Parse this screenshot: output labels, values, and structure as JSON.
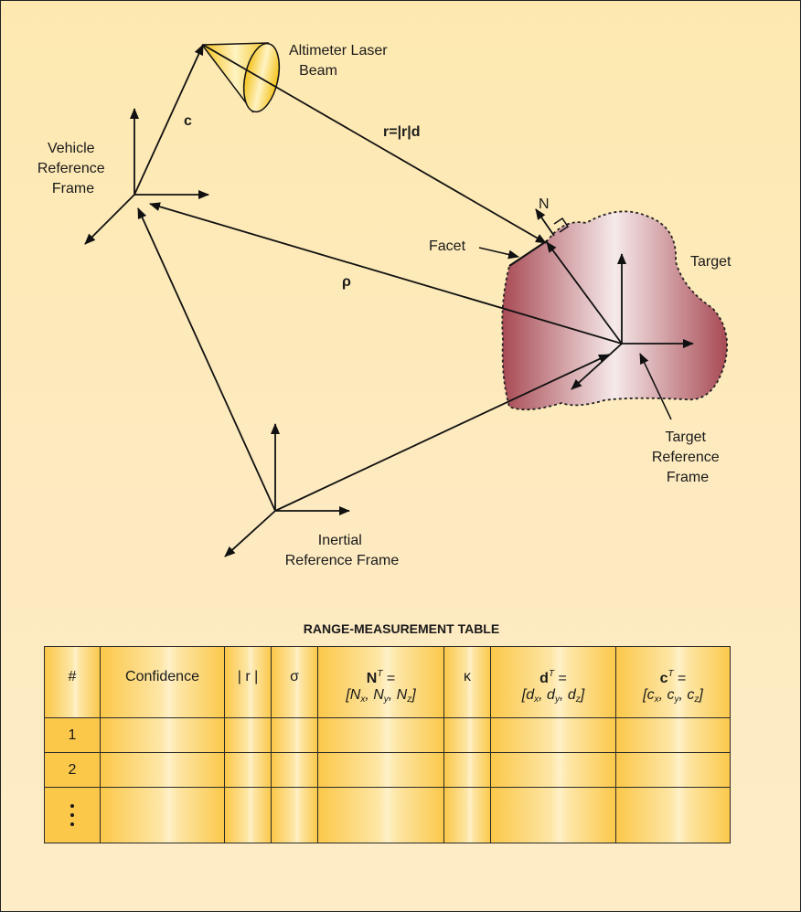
{
  "labels": {
    "altimeter": [
      "Altimeter Laser",
      "Beam"
    ],
    "c": "c",
    "range_eq": "r=|r|d",
    "vehicle_frame": [
      "Vehicle",
      "Reference",
      "Frame"
    ],
    "n": "N",
    "facet": "Facet",
    "target": "Target",
    "rho": "ρ",
    "target_frame": [
      "Target",
      "Reference",
      "Frame"
    ],
    "inertial_frame": [
      "Inertial",
      "Reference Frame"
    ]
  },
  "table": {
    "title": "RANGE-MEASUREMENT TABLE",
    "headers": {
      "num": "#",
      "confidence": "Confidence",
      "r": "| r |",
      "sigma": "σ",
      "N_name": "N",
      "N_sup": "T",
      "N_eq": " =",
      "N_comp": [
        "N",
        "x",
        ", ",
        "N",
        "y",
        ", ",
        "N",
        "z"
      ],
      "kappa": "κ",
      "d_name": "d",
      "d_sup": "T",
      "d_eq": " =",
      "d_comp": [
        "d",
        "x",
        ", ",
        "d",
        "y",
        ", ",
        "d",
        "z"
      ],
      "c_name": "c",
      "c_sup": "T",
      "c_eq": " =",
      "c_comp": [
        "c",
        "x",
        ", ",
        "c",
        "y",
        ", ",
        "c",
        "z"
      ],
      "open": "[",
      "close": "]"
    },
    "rows": [
      "1",
      "2"
    ]
  },
  "colors": {
    "background": "#fde9b0",
    "table_cell": "#fbc84a",
    "target_dark": "#a84a54",
    "target_light": "#f6eaea",
    "beam": "#f7c81e"
  }
}
